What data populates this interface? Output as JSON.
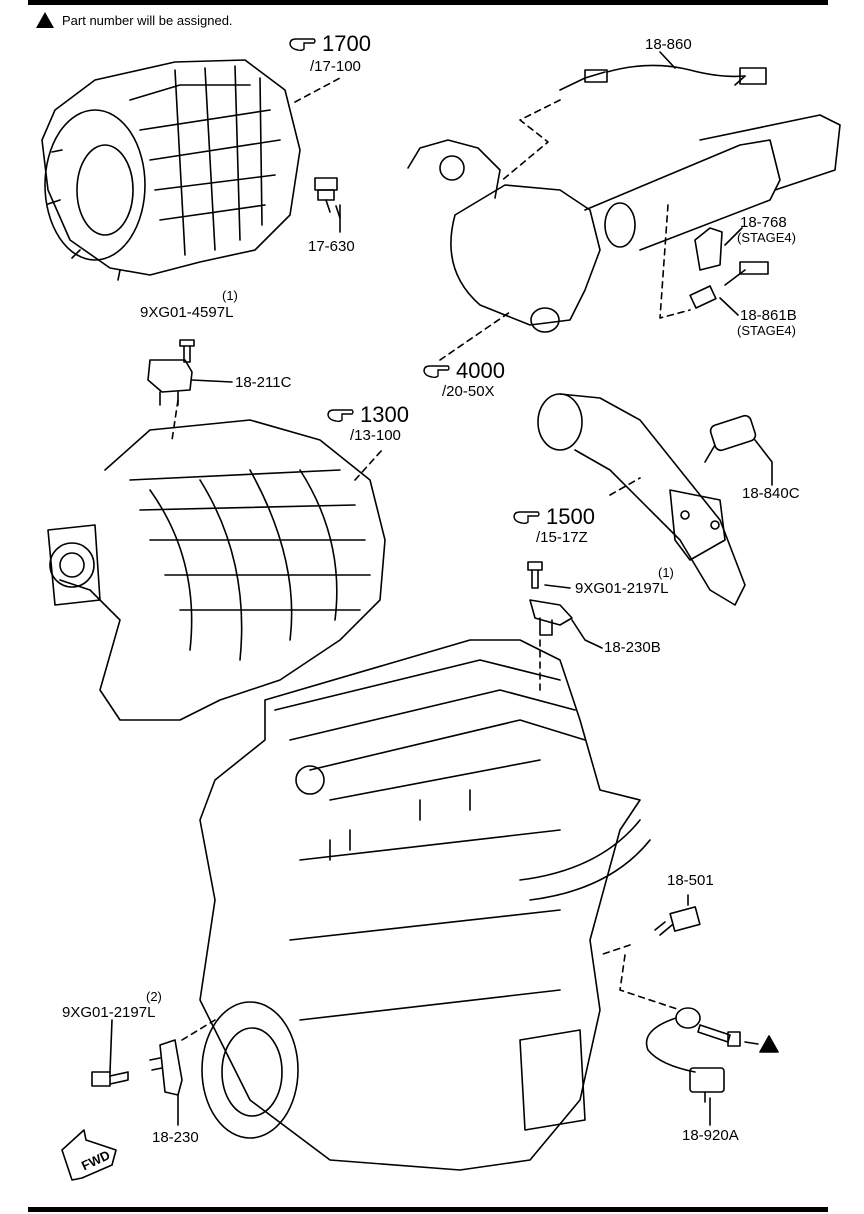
{
  "note": {
    "icon": "triangle-icon",
    "text": "Part number will be assigned."
  },
  "groups": [
    {
      "id": "g1700",
      "number": "1700",
      "sub": "/17-100",
      "icon": "pointing-hand-icon"
    },
    {
      "id": "g4000",
      "number": "4000",
      "sub": "/20-50X",
      "icon": "pointing-hand-icon"
    },
    {
      "id": "g1300",
      "number": "1300",
      "sub": "/13-100",
      "icon": "pointing-hand-icon"
    },
    {
      "id": "g1500",
      "number": "1500",
      "sub": "/15-17Z",
      "icon": "pointing-hand-icon"
    }
  ],
  "parts": {
    "p18860": "18-860",
    "p17630": "17-630",
    "p18768": "18-768",
    "p18768s": "(STAGE4)",
    "p18861b": "18-861B",
    "p18861bs": "(STAGE4)",
    "pbolt1q": "(1)",
    "pbolt1": "9XG01-4597L",
    "p18211c": "18-211C",
    "p18840c": "18-840C",
    "pbolt2q": "(1)",
    "pbolt2": "9XG01-2197L",
    "p18230b": "18-230B",
    "p18501": "18-501",
    "pbolt3q": "(2)",
    "pbolt3": "9XG01-2197L",
    "p18230": "18-230",
    "p18920a": "18-920A"
  },
  "fwd": "FWD",
  "colors": {
    "ink": "#000000",
    "paper": "#ffffff"
  }
}
